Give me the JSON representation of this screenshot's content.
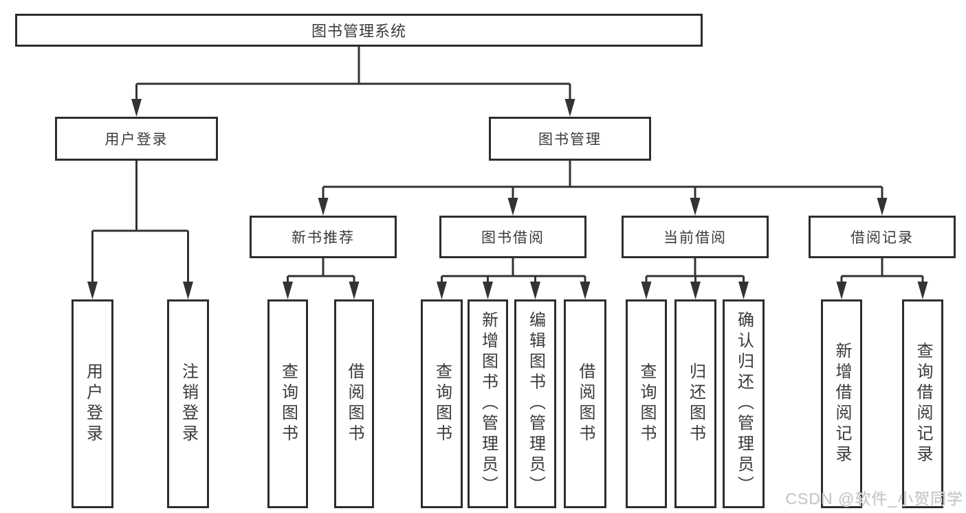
{
  "colors": {
    "box_border": "#2d2d2d",
    "connector": "#333333",
    "text": "#3a3a3a",
    "watermark": "#c5c5c5",
    "background": "#ffffff"
  },
  "diagram": {
    "root": {
      "label": "图书管理系统"
    },
    "branches": [
      {
        "label": "用户登录",
        "children": [
          {
            "label": "用户登录"
          },
          {
            "label": "注销登录"
          }
        ]
      },
      {
        "label": "图书管理",
        "children": [
          {
            "label": "新书推荐",
            "children": [
              {
                "label": "查询图书"
              },
              {
                "label": "借阅图书"
              }
            ]
          },
          {
            "label": "图书借阅",
            "children": [
              {
                "label": "查询图书"
              },
              {
                "label": "新增图书（管理员）"
              },
              {
                "label": "编辑图书（管理员）"
              },
              {
                "label": "借阅图书"
              }
            ]
          },
          {
            "label": "当前借阅",
            "children": [
              {
                "label": "查询图书"
              },
              {
                "label": "归还图书"
              },
              {
                "label": "确认归还（管理员）"
              }
            ]
          },
          {
            "label": "借阅记录",
            "children": [
              {
                "label": "新增借阅记录"
              },
              {
                "label": "查询借阅记录"
              }
            ]
          }
        ]
      }
    ]
  },
  "watermark": {
    "text": "CSDN @软件_小贺同学"
  }
}
